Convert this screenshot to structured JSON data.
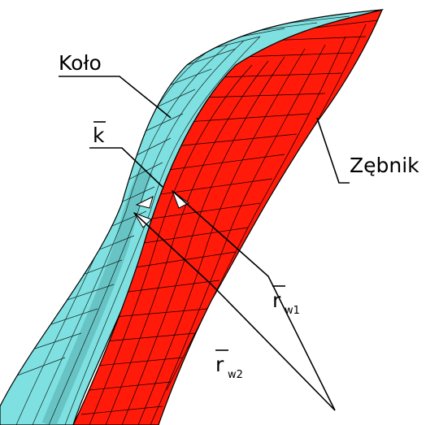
{
  "labels": {
    "wheel": "Koło",
    "pinion": "Zębnik",
    "k_vector": "k",
    "rw1_main": "r",
    "rw1_sub": "w1",
    "rw2_main": "r",
    "rw2_sub": "w2"
  },
  "colors": {
    "wheel_surface": "#7ee0e0",
    "wheel_edge": "#3fb0b0",
    "pinion_surface": "#ff1a0a",
    "pinion_shadow": "#c00000",
    "mesh_lines": "#000000",
    "background": "#ffffff"
  }
}
